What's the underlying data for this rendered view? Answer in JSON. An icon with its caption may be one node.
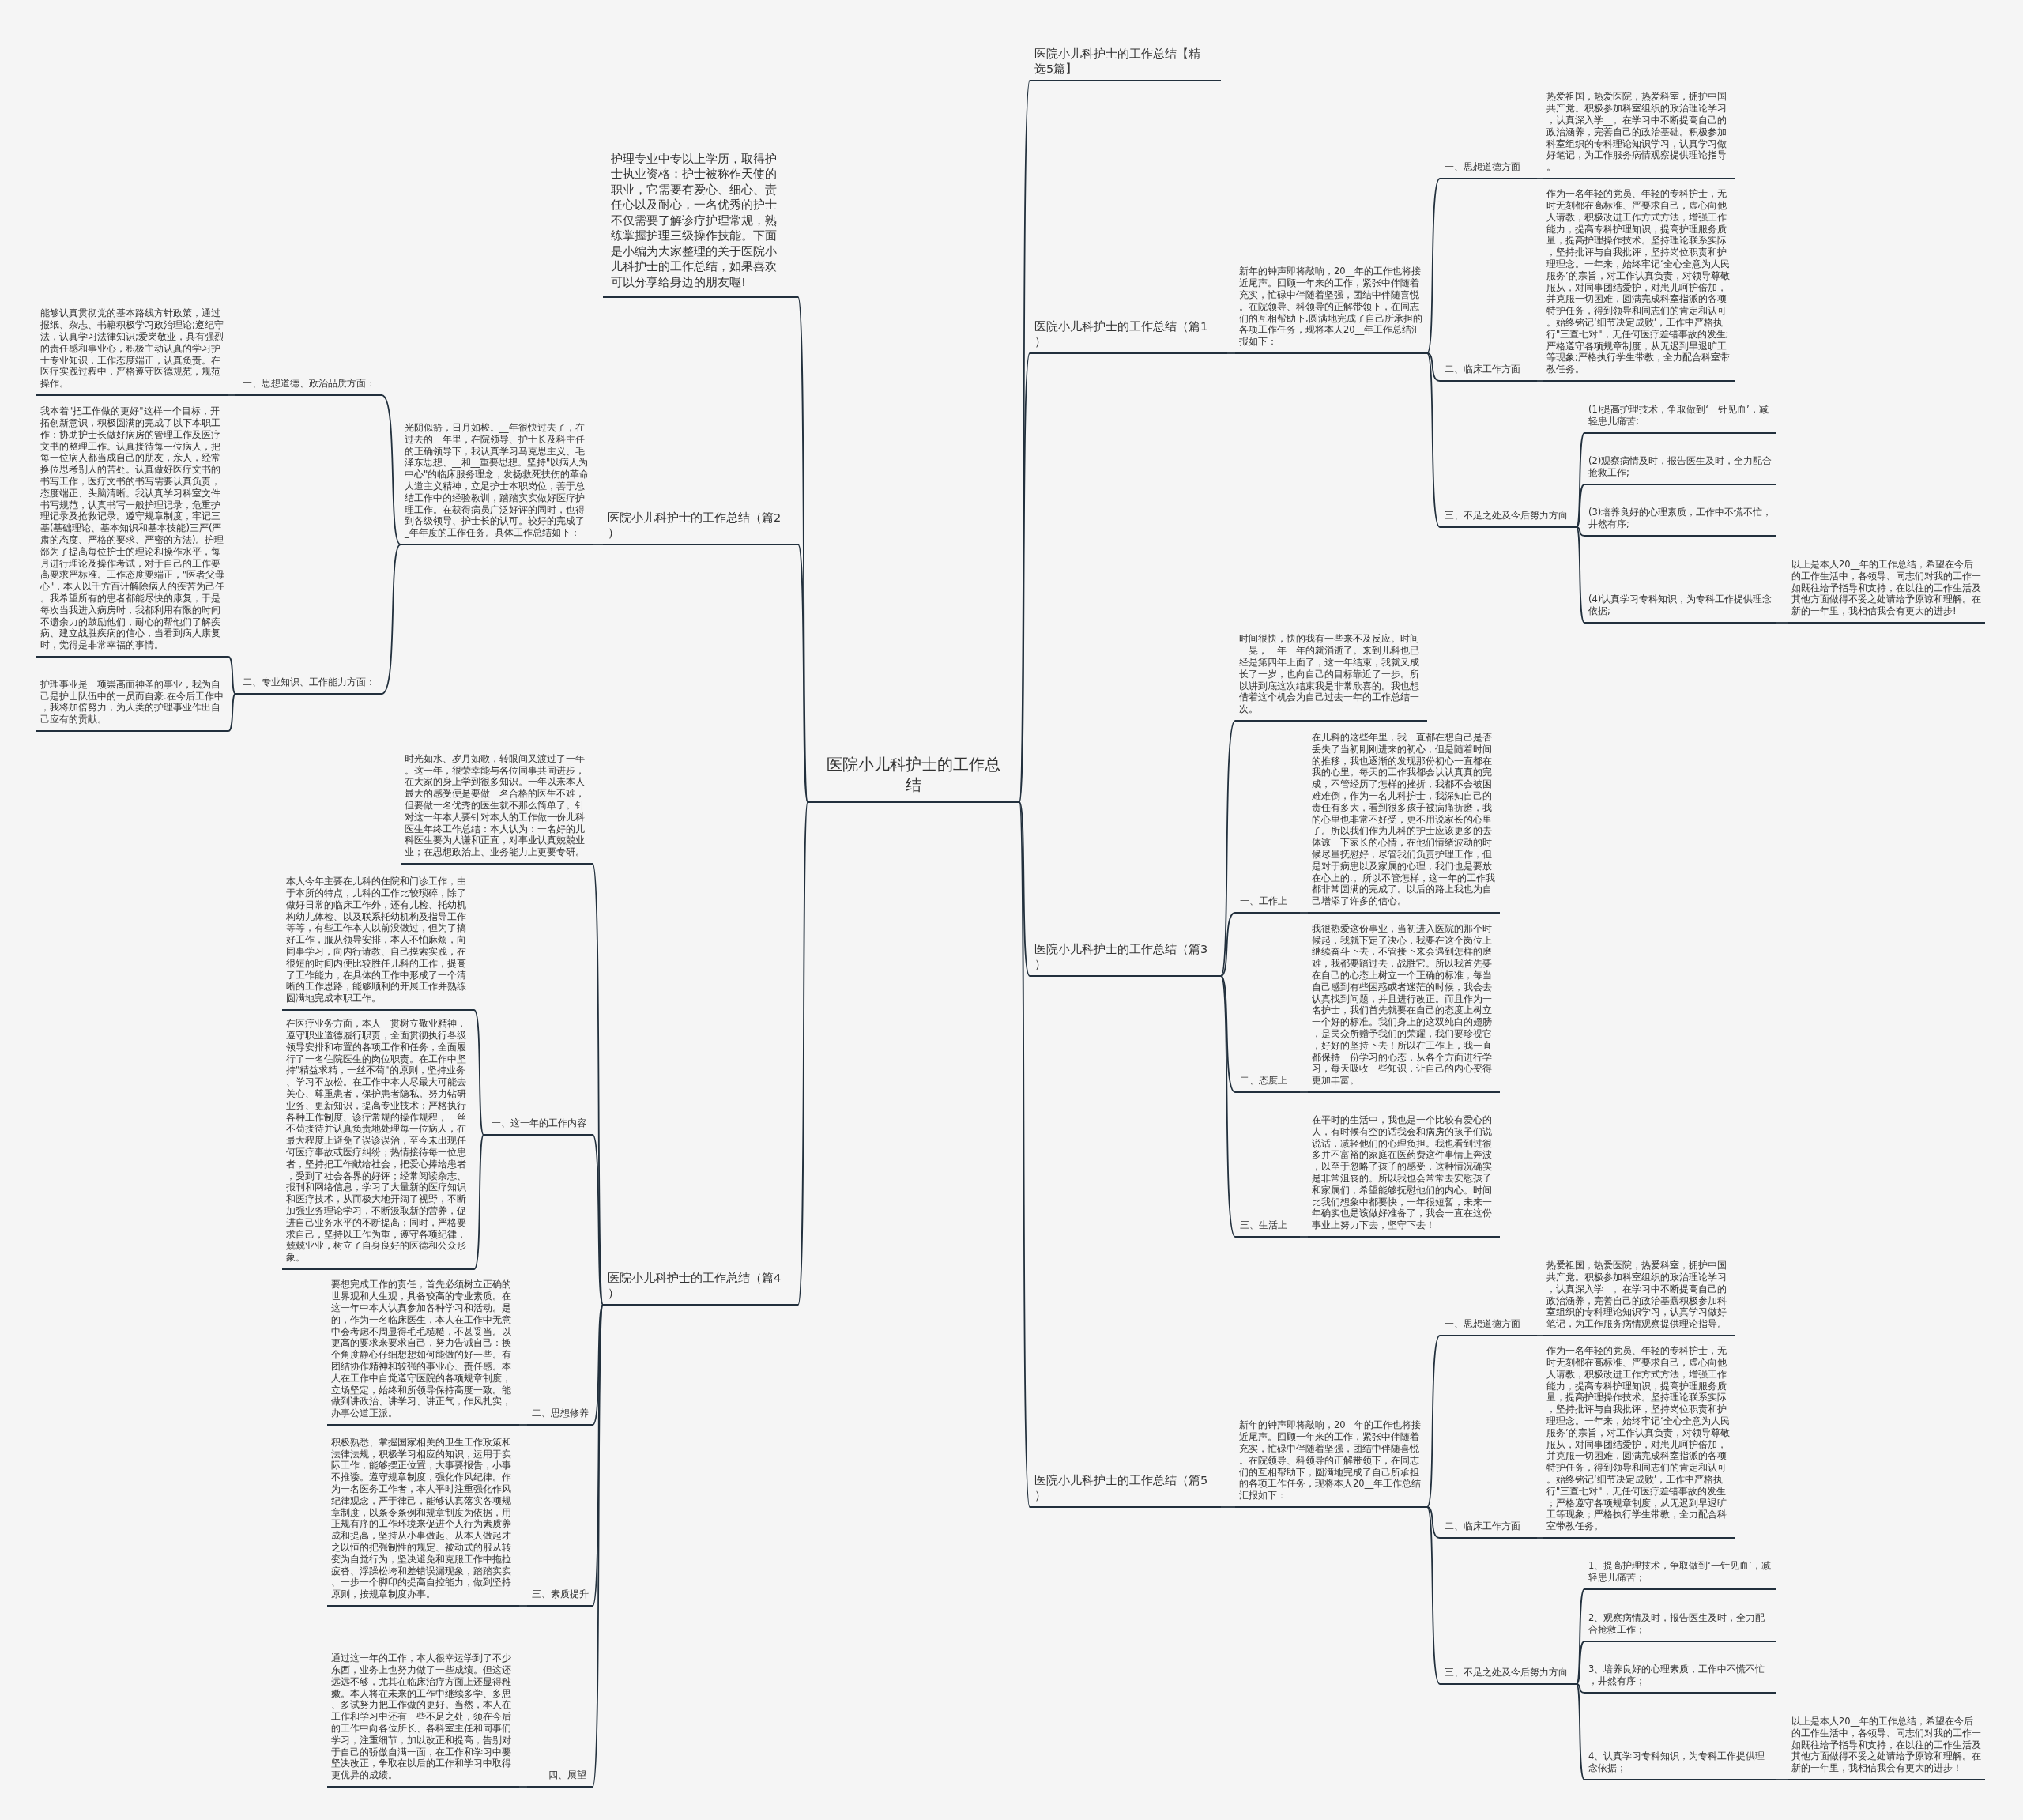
{
  "diagram": {
    "nodes": [
      {
        "text": [
          "医院小儿科护士的工作总结"
        ]
      },
      {
        "text": [
          "医院小儿科护士的工作总结【精选5篇】"
        ]
      },
      {
        "text": [
          "护理专业中专以上学历，取得护士执业资格；护士被称作天使的职业，它需要有爱心、细心、责任心以及耐心，一名优秀的护士不仅需要了解诊疗护理常规，熟练掌握护理三级操作技能。下面是小编为大家整理的关于医院小儿科护士的工作总结，如果喜欢可以分享给身边的朋友喔!"
        ]
      },
      {
        "text": [
          "医院小儿科护士的工作总结（篇1）"
        ]
      },
      {
        "text": [
          "新年的钟声即将敲响，20__年的工作也将接近尾声。回顾一年来的工作，紧张中伴随着充实，忙碌中伴随着坚强，团结中伴随喜悦。在院领导、科领导的正解带领下，在同志们的互相帮助下,圆满地完成了自己所承担的各项工作任务，现将本人20__年工作总结汇报如下："
        ]
      },
      {
        "text": [
          "一、思想道德方面"
        ]
      },
      {
        "text": [
          "热爱祖国，热爱医院，热爱科室，拥护中国共产党。积极参加科室组织的政治理论学习，认真深入学__。在学习中不断提高自己的政治涵养，完善自己的政治基础。积极参加科室组织的专科理论知识学习，认真学习做好笔记，为工作服务病情观察提供理论指导。"
        ]
      },
      {
        "text": [
          "二、临床工作方面"
        ]
      },
      {
        "text": [
          "作为一名年轻的党员、年轻的专科护士，无时无刻都在高标准、严要求自己，虚心向他人请教，积极改进工作方式方法，增强工作能力，提高专科护理知识，提高护理服务质量，提高护理操作技术。坚持理论联系实际，坚持批评与自我批评，坚持岗位职责和护理理念。一年来，始终牢记‘全心全意为人民服务’的宗旨，对工作认真负责，对领导尊敬服从，对同事团结爱护，对患儿呵护倍加，并克服一切困难，圆满完成科室指派的各项特护任务，得到领导和同志们的肯定和认可。始终铭记‘细节决定成败’，工作中严格执行\"三查七对\"，无任何医疗差错事故的发生;严格遵守各项规章制度，从无迟到早退旷工等现象;严格执行学生带教，全力配合科室带教任务。"
        ]
      },
      {
        "text": [
          "三、不足之处及今后努力方向"
        ]
      },
      {
        "text": [
          "(1)提高护理技术，争取做到‘一针见血’，减轻患儿痛苦;"
        ]
      },
      {
        "text": [
          "(2)观察病情及时，报告医生及时，全力配合抢救工作;"
        ]
      },
      {
        "text": [
          "(3)培养良好的心理素质，工作中不慌不忙，井然有序;"
        ]
      },
      {
        "text": [
          "(4)认真学习专科知识，为专科工作提供理念依据;"
        ]
      },
      {
        "text": [
          "以上是本人20__年的工作总结，希望在今后的工作生活中，各领导、同志们对我的工作一如既往给予指导和支持，在以往的工作生活及其他方面做得不妥之处请给予原谅和理解。在新的一年里，我相信我会有更大的进步!"
        ]
      },
      {
        "text": [
          "医院小儿科护士的工作总结（篇2）"
        ]
      },
      {
        "text": [
          "光阴似箭，日月如梭。__年很快过去了，在过去的一年里，在院领导、护士长及科主任的正确领导下，我认真学习马克思主义、毛泽东思想、__和__重要思想。坚持\"以病人为中心\"的临床服务理念，发扬救死扶伤的革命人道主义精神，立足护士本职岗位，善于总结工作中的经验教训，踏踏实实做好医疗护理工作。在获得病员广泛好评的同时，也得到各级领导、护士长的认可。较好的完成了__年年度的工作任务。具体工作总结如下："
        ]
      },
      {
        "text": [
          "一、思想道德、政治品质方面："
        ]
      },
      {
        "text": [
          "能够认真贯彻党的基本路线方针政策，通过报纸、杂志、书籍积极学习政治理论;遵纪守法，认真学习法律知识;爱岗敬业，具有强烈的责任感和事业心，积极主动认真的学习护士专业知识，工作态度端正，认真负责。在医疗实践过程中，严格遵守医德规范，规范操作。"
        ]
      },
      {
        "text": [
          "二、专业知识、工作能力方面："
        ]
      },
      {
        "text": [
          "我本着\"把工作做的更好\"这样一个目标，开拓创新意识，积极圆满的完成了以下本职工作：协助护士长做好病房的管理工作及医疗文书的整理工作。认真接待每一位病人，把每一位病人都当成自己的朋友，亲人，经常换位思考别人的苦处。认真做好医疗文书的书写工作，医疗文书的书写需要认真负责，态度端正、头脑清晰。我认真学习科室文件书写规范，认真书写一般护理记录，危重护理记录及抢救记录。遵守规章制度，牢记三基(基础理论、基本知识和基本技能)三严(严肃的态度、严格的要求、严密的方法)。护理部为了提高每位护士的理论和操作水平，每月进行理论及操作考试，对于自己的工作要高要求严标准。工作态度要端正，\"医者父母心\"，本人以千方百计解除病人的疾苦为己任。我希望所有的患者都能尽快的康复，于是每次当我进入病房时，我都利用有限的时间不遗余力的鼓励他们，耐心的帮他们了解疾病、建立战胜疾病的信心，当看到病人康复时，觉得是非常幸福的事情。"
        ]
      },
      {
        "text": [
          "护理事业是一项崇高而神圣的事业，我为自己是护士队伍中的一员而自豪.在今后工作中，我将加倍努力，为人类的护理事业作出自己应有的贡献。"
        ]
      },
      {
        "text": [
          "医院小儿科护士的工作总结（篇3）"
        ]
      },
      {
        "text": [
          "时间很快，快的我有一些来不及反应。时间一晃，一年一年的就消逝了。来到儿科也已经是第四年上面了，这一年结束，我就又成长了一岁，也向自己的目标靠近了一步。所以讲到底这次结束我是非常欣喜的。我也想借着这个机会为自己过去一年的工作总结一次。"
        ]
      },
      {
        "text": [
          "一、工作上"
        ]
      },
      {
        "text": [
          "在儿科的这些年里，我一直都在想自己是否丢失了当初刚刚进来的初心，但是随着时间的推移，我也逐渐的发现那份初心一直都在我的心里。每天的工作我都会认认真真的完成，不管经历了怎样的挫折，我都不会被困难难倒，作为一名儿科护士，我深知自己的责任有多大，看到很多孩子被病痛折磨，我的心里也非常不好受，更不用说家长的心里了。所以我们作为儿科的护士应该更多的去体谅一下家长的心情，在他们情绪波动的时候尽量抚慰好，尽管我们负责护理工作，但是对于病患以及家属的心理，我们也是要放在心上的.。所以不管怎样，这一年的工作我都非常圆满的完成了。以后的路上我也为自己增添了许多的信心。"
        ]
      },
      {
        "text": [
          "二、态度上"
        ]
      },
      {
        "text": [
          "我很热爱这份事业，当初进入医院的那个时候起，我就下定了决心，我要在这个岗位上继续奋斗下去，不管接下来会遇到怎样的磨难，我都要踏过去，战胜它。所以我首先要在自己的心态上树立一个正确的标准，每当自己感到有些困惑或者迷茫的时候，我会去认真找到问题，并且进行改正。而且作为一名护士，我们首先就要在自己的态度上树立一个好的标准。我们身上的这双纯白的翅膀，是民众所赠予我们的荣耀，我们要珍视它，好好的坚持下去！所以在工作上，我一直都保持一份学习的心态，从各个方面进行学习，每天吸收一些知识，让自己的内心变得更加丰富。"
        ]
      },
      {
        "text": [
          "三、生活上"
        ]
      },
      {
        "text": [
          "在平时的生活中，我也是一个比较有爱心的人，有时候有空的话我会和病房的孩子们说说话，减轻他们的心理负担。我也看到过很多并不富裕的家庭在医药费这件事情上奔波，以至于忽略了孩子的感受，这种情况确实是非常沮丧的。所以我也会常常去安慰孩子和家属们，希望能够抚慰他们的内心。时间比我们想象中都要快，一年很短暂，未来一年确实也是该做好准备了，我会一直在这份事业上努力下去，坚守下去！"
        ]
      },
      {
        "text": [
          "医院小儿科护士的工作总结（篇4）"
        ]
      },
      {
        "text": [
          "时光如水、岁月如歌，转眼间又渡过了一年。这一年，很荣幸能与各位同事共同进步，在大家的身上学到很多知识。一年以来本人最大的感受便是要做一名合格的医生不难，但要做一名优秀的医生就不那么简单了。针对这一年本人要针对本人的工作做一份儿科医生年终工作总结：本人认为：一名好的儿科医生要为人谦和正直，对事业认真兢兢业业；在思想政治上、业务能力上更要专研。"
        ]
      },
      {
        "text": [
          "一、这一年的工作内容"
        ]
      },
      {
        "text": [
          "本人今年主要在儿科的住院和门诊工作，由于本所的特点，儿科的工作比较琐碎，除了做好日常的临床工作外，还有儿检、托幼机构幼儿体检、以及联系托幼机构及指导工作等等，有些工作本人以前没做过，但为了搞好工作，服从领导安排，本人不怕麻烦，向同事学习，向内行请教、自己摸索实践，在很短的时间内便比较胜任儿科的工作，提高了工作能力，在具体的工作中形成了一个清晰的工作思路，能够顺利的开展工作并熟练圆满地完成本职工作。"
        ]
      },
      {
        "text": [
          "在医疗业务方面，本人一贯树立敬业精神，遵守职业道德履行职责，全面贯彻执行各级领导安排和布置的各项工作和任务，全面履行了一名住院医生的岗位职责。在工作中坚持\"精益求精，一丝不苟\"的原则，坚持业务、学习不放松。在工作中本人尽最大可能去关心、尊重患者，保护患者隐私。努力钻研业务、更新知识，提高专业技术；严格执行各种工作制度、诊疗常规的操作规程，一丝不苟接待并认真负责地处理每一位病人，在最大程度上避免了误诊误治，至今未出现任何医疗事故或医疗纠纷；热情接待每一位患者，坚持把工作献给社会，把爱心捧给患者，受到了社会各界的好评；经常阅读杂志、报刊和网络信息，学习了大量新的医疗知识和医疗技术，从而极大地开阔了视野，不断加强业务理论学习，不断汲取新的营养，促进自己业务水平的不断提高；同时，严格要求自己，坚持以工作为重，遵守各项纪律，兢兢业业，树立了自身良好的医德和公众形象。"
        ]
      },
      {
        "text": [
          "二、思想修养"
        ]
      },
      {
        "text": [
          "要想完成工作的责任，首先必须树立正确的世界观和人生观，具备较高的专业素质。在这一年中本人认真参加各种学习和活动。是的，作为一名临床医生，本人在工作中无意中会考虑不周显得毛毛糙糙，不甚妥当。以更高的要求来要求自己，努力告诫自己：换个角度静心仔细想想如何能做的好一些。有团结协作精神和较强的事业心、责任感。本人在工作中自觉遵守医院的各项规章制度，立场坚定，始终和所领导保持高度一致。能做到讲政治、讲学习、讲正气，作风扎实，办事公道正派。"
        ]
      },
      {
        "text": [
          "三、素质提升"
        ]
      },
      {
        "text": [
          "积极熟悉、掌握国家相关的卫生工作政策和法律法规，积极学习相应的知识，运用于实际工作，能够摆正位置，大事要报告，小事不推诿。遵守规章制度，强化作风纪律。作为一名医务工作者，本人平时注重强化作风纪律观念，严于律己，能够认真落实各项规章制度，以条令条例和规章制度为依据，用正规有序的工作环境来促进个人行为素质养成和提高，坚持从小事做起、从本人做起才之以恒的把强制性的规定、被动式的服从转变为自觉行为，坚决避免和克服工作中拖拉疲沓、浮躁松垮和差错误漏现象，踏踏实实、一步一个脚印的提高自控能力，做到坚持原则，按规章制度办事。"
        ]
      },
      {
        "text": [
          "四、展望"
        ]
      },
      {
        "text": [
          "通过这一年的工作，本人很幸运学到了不少东西，业务上也努力做了一些成绩。但这还远远不够，尤其在临床治疗方面上还显得稚嫩。本人将在未来的工作中继续多学、多思、多试努力把工作做的更好。当然，本人在工作和学习中还有一些不足之处，须在今后的工作中向各位所长、各科室主任和同事们学习，注重细节，加以改正和提高，告别对于自己的骄傲自满一面，在工作和学习中要坚决改正，争取在以后的工作和学习中取得更优异的成绩。"
        ]
      },
      {
        "text": [
          "医院小儿科护士的工作总结（篇5）"
        ]
      },
      {
        "text": [
          "新年的钟声即将敲响，20__年的工作也将接近尾声。回顾一年来的工作，紧张中伴随着充实，忙碌中伴随着坚强，团结中伴随喜悦。在院领导、科领导的正解带领下，在同志们的互相帮助下，圆满地完成了自己所承担的各项工作任务，现将本人20__年工作总结汇报如下："
        ]
      },
      {
        "text": [
          "一、思想道德方面"
        ]
      },
      {
        "text": [
          "热爱祖国，热爱医院，热爱科室，拥护中国共产党。积极参加科室组织的政治理论学习，认真深入学__。在学习中不断提高自己的政治涵养，完善自己的政治基矗积极参加科室组织的专科理论知识学习，认真学习做好笔记，为工作服务病情观察提供理论指导。"
        ]
      },
      {
        "text": [
          "二、临床工作方面"
        ]
      },
      {
        "text": [
          "作为一名年轻的党员、年轻的专科护士，无时无刻都在高标准、严要求自己，虚心向他人请教，积极改进工作方式方法，增强工作能力，提高专科护理知识，提高护理服务质量，提高护理操作技术。坚持理论联系实际，坚持批评与自我批评，坚持岗位职责和护理理念。一年来，始终牢记‘全心全意为人民服务’的宗旨，对工作认真负责，对领导尊敬服从，对同事团结爱护，对患儿呵护倍加，并克服一切困难，圆满完成科室指派的各项特护任务，得到领导和同志们的肯定和认可。始终铭记‘细节决定成败’，工作中严格执行\"三查七对\"，无任何医疗差错事故的发生；严格遵守各项规章制度，从无迟到早退旷工等现象；严格执行学生带教，全力配合科室带教任务。"
        ]
      },
      {
        "text": [
          "三、不足之处及今后努力方向"
        ]
      },
      {
        "text": [
          "1、提高护理技术，争取做到‘一针见血’，减轻患儿痛苦；"
        ]
      },
      {
        "text": [
          "2、观察病情及时，报告医生及时，全力配合抢救工作；"
        ]
      },
      {
        "text": [
          "3、培养良好的心理素质，工作中不慌不忙，井然有序；"
        ]
      },
      {
        "text": [
          "4、认真学习专科知识，为专科工作提供理念依据；"
        ]
      },
      {
        "text": [
          "以上是本人20__年的工作总结，希望在今后的工作生活中，各领导、同志们对我的工作一如既往给予指导和支持，在以往的工作生活及其他方面做得不妥之处请给予原谅和理解。在新的一年里，我相信我会有更大的进步！"
        ]
      }
    ],
    "edges": [
      {
        "from": 0,
        "to": 1,
        "arrow": "none"
      },
      {
        "from": 0,
        "to": 2,
        "arrow": "none"
      },
      {
        "from": 0,
        "to": 3,
        "arrow": "none"
      },
      {
        "from": 0,
        "to": 15,
        "arrow": "none"
      },
      {
        "from": 0,
        "to": 22,
        "arrow": "none"
      },
      {
        "from": 0,
        "to": 30,
        "arrow": "none"
      },
      {
        "from": 0,
        "to": 41,
        "arrow": "none"
      },
      {
        "from": 3,
        "to": 4,
        "arrow": "none"
      },
      {
        "from": 4,
        "to": 5,
        "arrow": "none"
      },
      {
        "from": 5,
        "to": 6,
        "arrow": "none"
      },
      {
        "from": 4,
        "to": 7,
        "arrow": "none"
      },
      {
        "from": 7,
        "to": 8,
        "arrow": "none"
      },
      {
        "from": 4,
        "to": 9,
        "arrow": "none"
      },
      {
        "from": 9,
        "to": 10,
        "arrow": "none"
      },
      {
        "from": 9,
        "to": 11,
        "arrow": "none"
      },
      {
        "from": 9,
        "to": 12,
        "arrow": "none"
      },
      {
        "from": 9,
        "to": 13,
        "arrow": "none"
      },
      {
        "from": 13,
        "to": 14,
        "arrow": "none"
      },
      {
        "from": 15,
        "to": 16,
        "arrow": "none"
      },
      {
        "from": 16,
        "to": 17,
        "arrow": "none"
      },
      {
        "from": 17,
        "to": 18,
        "arrow": "none"
      },
      {
        "from": 16,
        "to": 19,
        "arrow": "none"
      },
      {
        "from": 19,
        "to": 20,
        "arrow": "none"
      },
      {
        "from": 19,
        "to": 21,
        "arrow": "none"
      },
      {
        "from": 22,
        "to": 23,
        "arrow": "none"
      },
      {
        "from": 22,
        "to": 24,
        "arrow": "none"
      },
      {
        "from": 24,
        "to": 25,
        "arrow": "none"
      },
      {
        "from": 22,
        "to": 26,
        "arrow": "none"
      },
      {
        "from": 26,
        "to": 27,
        "arrow": "none"
      },
      {
        "from": 22,
        "to": 28,
        "arrow": "none"
      },
      {
        "from": 28,
        "to": 29,
        "arrow": "none"
      },
      {
        "from": 30,
        "to": 31,
        "arrow": "none"
      },
      {
        "from": 30,
        "to": 32,
        "arrow": "none"
      },
      {
        "from": 32,
        "to": 33,
        "arrow": "none"
      },
      {
        "from": 32,
        "to": 34,
        "arrow": "none"
      },
      {
        "from": 30,
        "to": 35,
        "arrow": "none"
      },
      {
        "from": 35,
        "to": 36,
        "arrow": "none"
      },
      {
        "from": 30,
        "to": 37,
        "arrow": "none"
      },
      {
        "from": 37,
        "to": 38,
        "arrow": "none"
      },
      {
        "from": 30,
        "to": 39,
        "arrow": "none"
      },
      {
        "from": 39,
        "to": 40,
        "arrow": "none"
      },
      {
        "from": 41,
        "to": 42,
        "arrow": "none"
      },
      {
        "from": 42,
        "to": 43,
        "arrow": "none"
      },
      {
        "from": 43,
        "to": 44,
        "arrow": "none"
      },
      {
        "from": 42,
        "to": 45,
        "arrow": "none"
      },
      {
        "from": 45,
        "to": 46,
        "arrow": "none"
      },
      {
        "from": 42,
        "to": 47,
        "arrow": "none"
      },
      {
        "from": 47,
        "to": 48,
        "arrow": "none"
      },
      {
        "from": 47,
        "to": 49,
        "arrow": "none"
      },
      {
        "from": 47,
        "to": 50,
        "arrow": "none"
      },
      {
        "from": 47,
        "to": 51,
        "arrow": "none"
      },
      {
        "from": 51,
        "to": 52,
        "arrow": "none"
      }
    ]
  }
}
